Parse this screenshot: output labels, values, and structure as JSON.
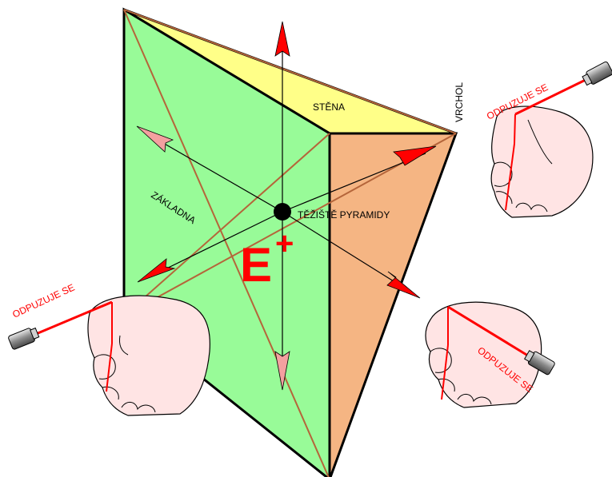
{
  "labels": {
    "face": "STĚNA",
    "apex": "VRCHOL",
    "base": "ZÁKLADNA",
    "centroid": "TĚŽIŠTĚ PYRAMIDY",
    "charge_letter": "E",
    "charge_sign": "+",
    "repel_top_right": "ODPUZUJE SE",
    "repel_left": "ODPUZUJE SE",
    "repel_bottom_right": "ODPUZUJE SE"
  },
  "colors": {
    "front_face": "#98fb98",
    "top_face": "#ffff88",
    "side_face": "#f5b583",
    "edge": "#000000",
    "diagonal": "#b5653a",
    "arrow_red": "#ff0000",
    "arrow_pink": "#f4a0a0",
    "charge": "#ff0000",
    "hand_fill": "#ffe4e4",
    "wire": "#ff0000",
    "plug": "#888888"
  }
}
